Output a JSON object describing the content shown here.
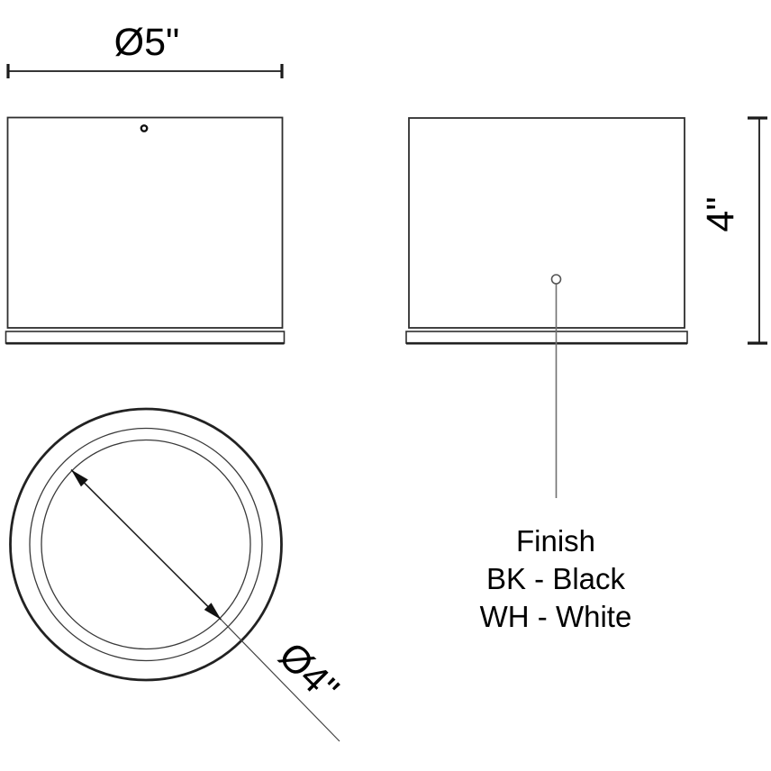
{
  "views": {
    "front": {
      "dimension_label": "Ø5\""
    },
    "side": {
      "dimension_label": "4\""
    },
    "bottom": {
      "dimension_label": "Ø4\""
    }
  },
  "finish": {
    "heading": "Finish",
    "options": [
      {
        "code": "BK",
        "color_name": "Black",
        "label": "BK - Black"
      },
      {
        "code": "WH",
        "color_name": "White",
        "label": "WH - White"
      }
    ]
  },
  "colors": {
    "outline": "#2e2e2e",
    "dimension_line": "#1a1a1a",
    "leader_line": "#707070",
    "text": "#000000",
    "background": "#ffffff"
  }
}
